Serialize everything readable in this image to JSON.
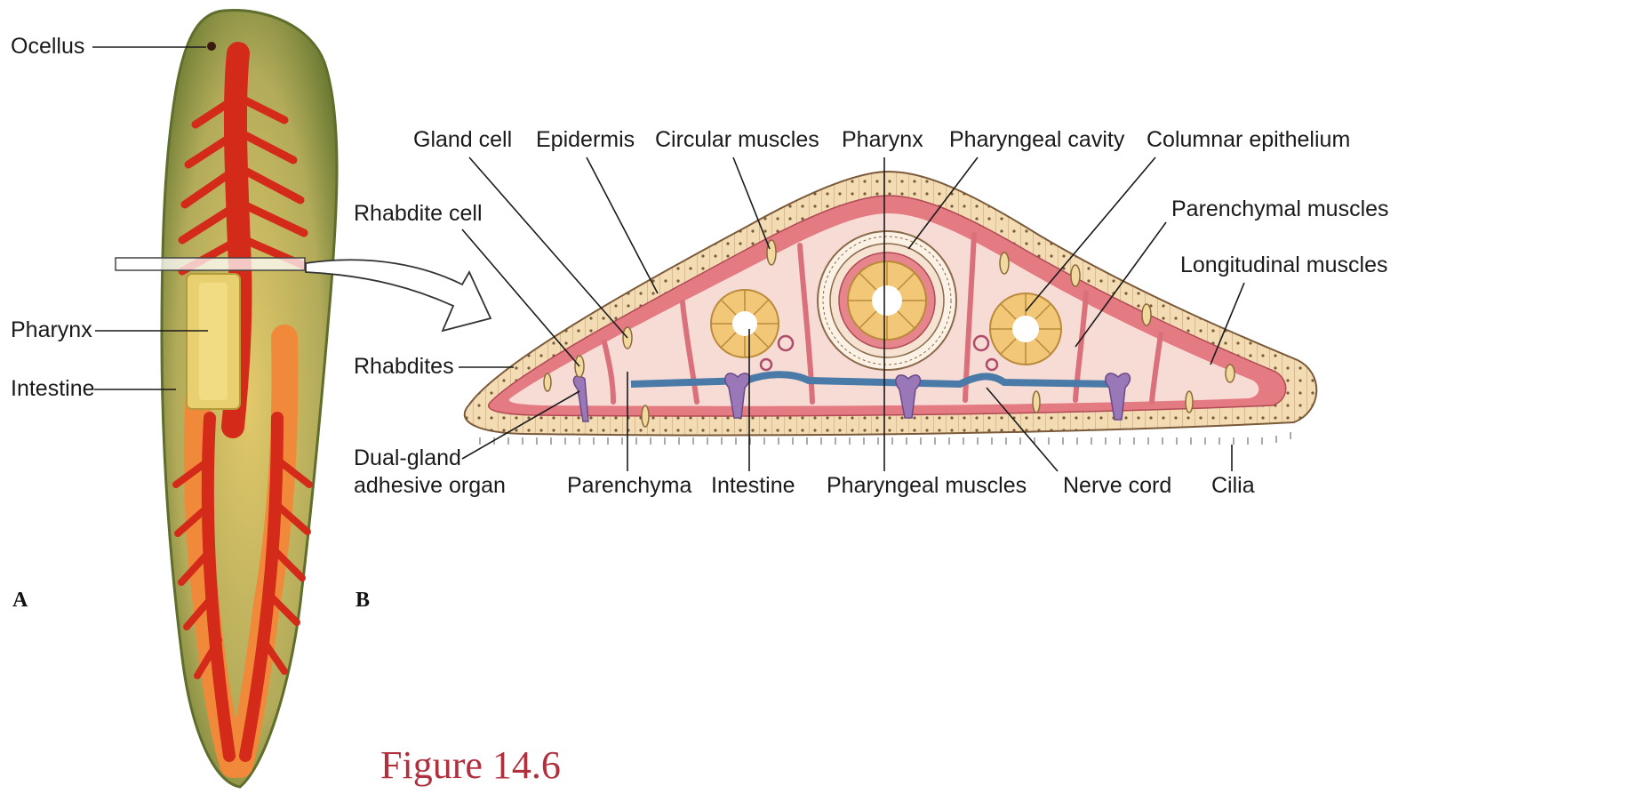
{
  "panel_a": {
    "letter": "A",
    "labels": {
      "ocellus": "Ocellus",
      "pharynx": "Pharynx",
      "intestine": "Intestine"
    }
  },
  "panel_b": {
    "letter": "B",
    "labels": {
      "gland_cell": "Gland cell",
      "epidermis": "Epidermis",
      "circular_muscles": "Circular muscles",
      "pharynx": "Pharynx",
      "pharyngeal_cavity": "Pharyngeal cavity",
      "columnar_epithelium": "Columnar epithelium",
      "rhabdite_cell": "Rhabdite cell",
      "parenchymal_muscles": "Parenchymal muscles",
      "longitudinal_muscles": "Longitudinal muscles",
      "rhabdites": "Rhabdites",
      "dual_gland_line1": "Dual-gland",
      "dual_gland_line2": "adhesive organ",
      "parenchyma": "Parenchyma",
      "intestine": "Intestine",
      "pharyngeal_muscles": "Pharyngeal muscles",
      "nerve_cord": "Nerve cord",
      "cilia": "Cilia"
    }
  },
  "caption": "Figure 14.6",
  "colors": {
    "worm_edge": "#7a8a3a",
    "worm_body": "#b8b060",
    "gut": "#d42a1a",
    "gut_light": "#f08a3a",
    "pharynx": "#e8d070",
    "section_outer": "#f2d9b0",
    "section_inner": "#f7dcd6",
    "muscle": "#d9707a",
    "nerve": "#4a7aa8",
    "adhesive": "#9a78b8",
    "caption": "#b0303e"
  }
}
